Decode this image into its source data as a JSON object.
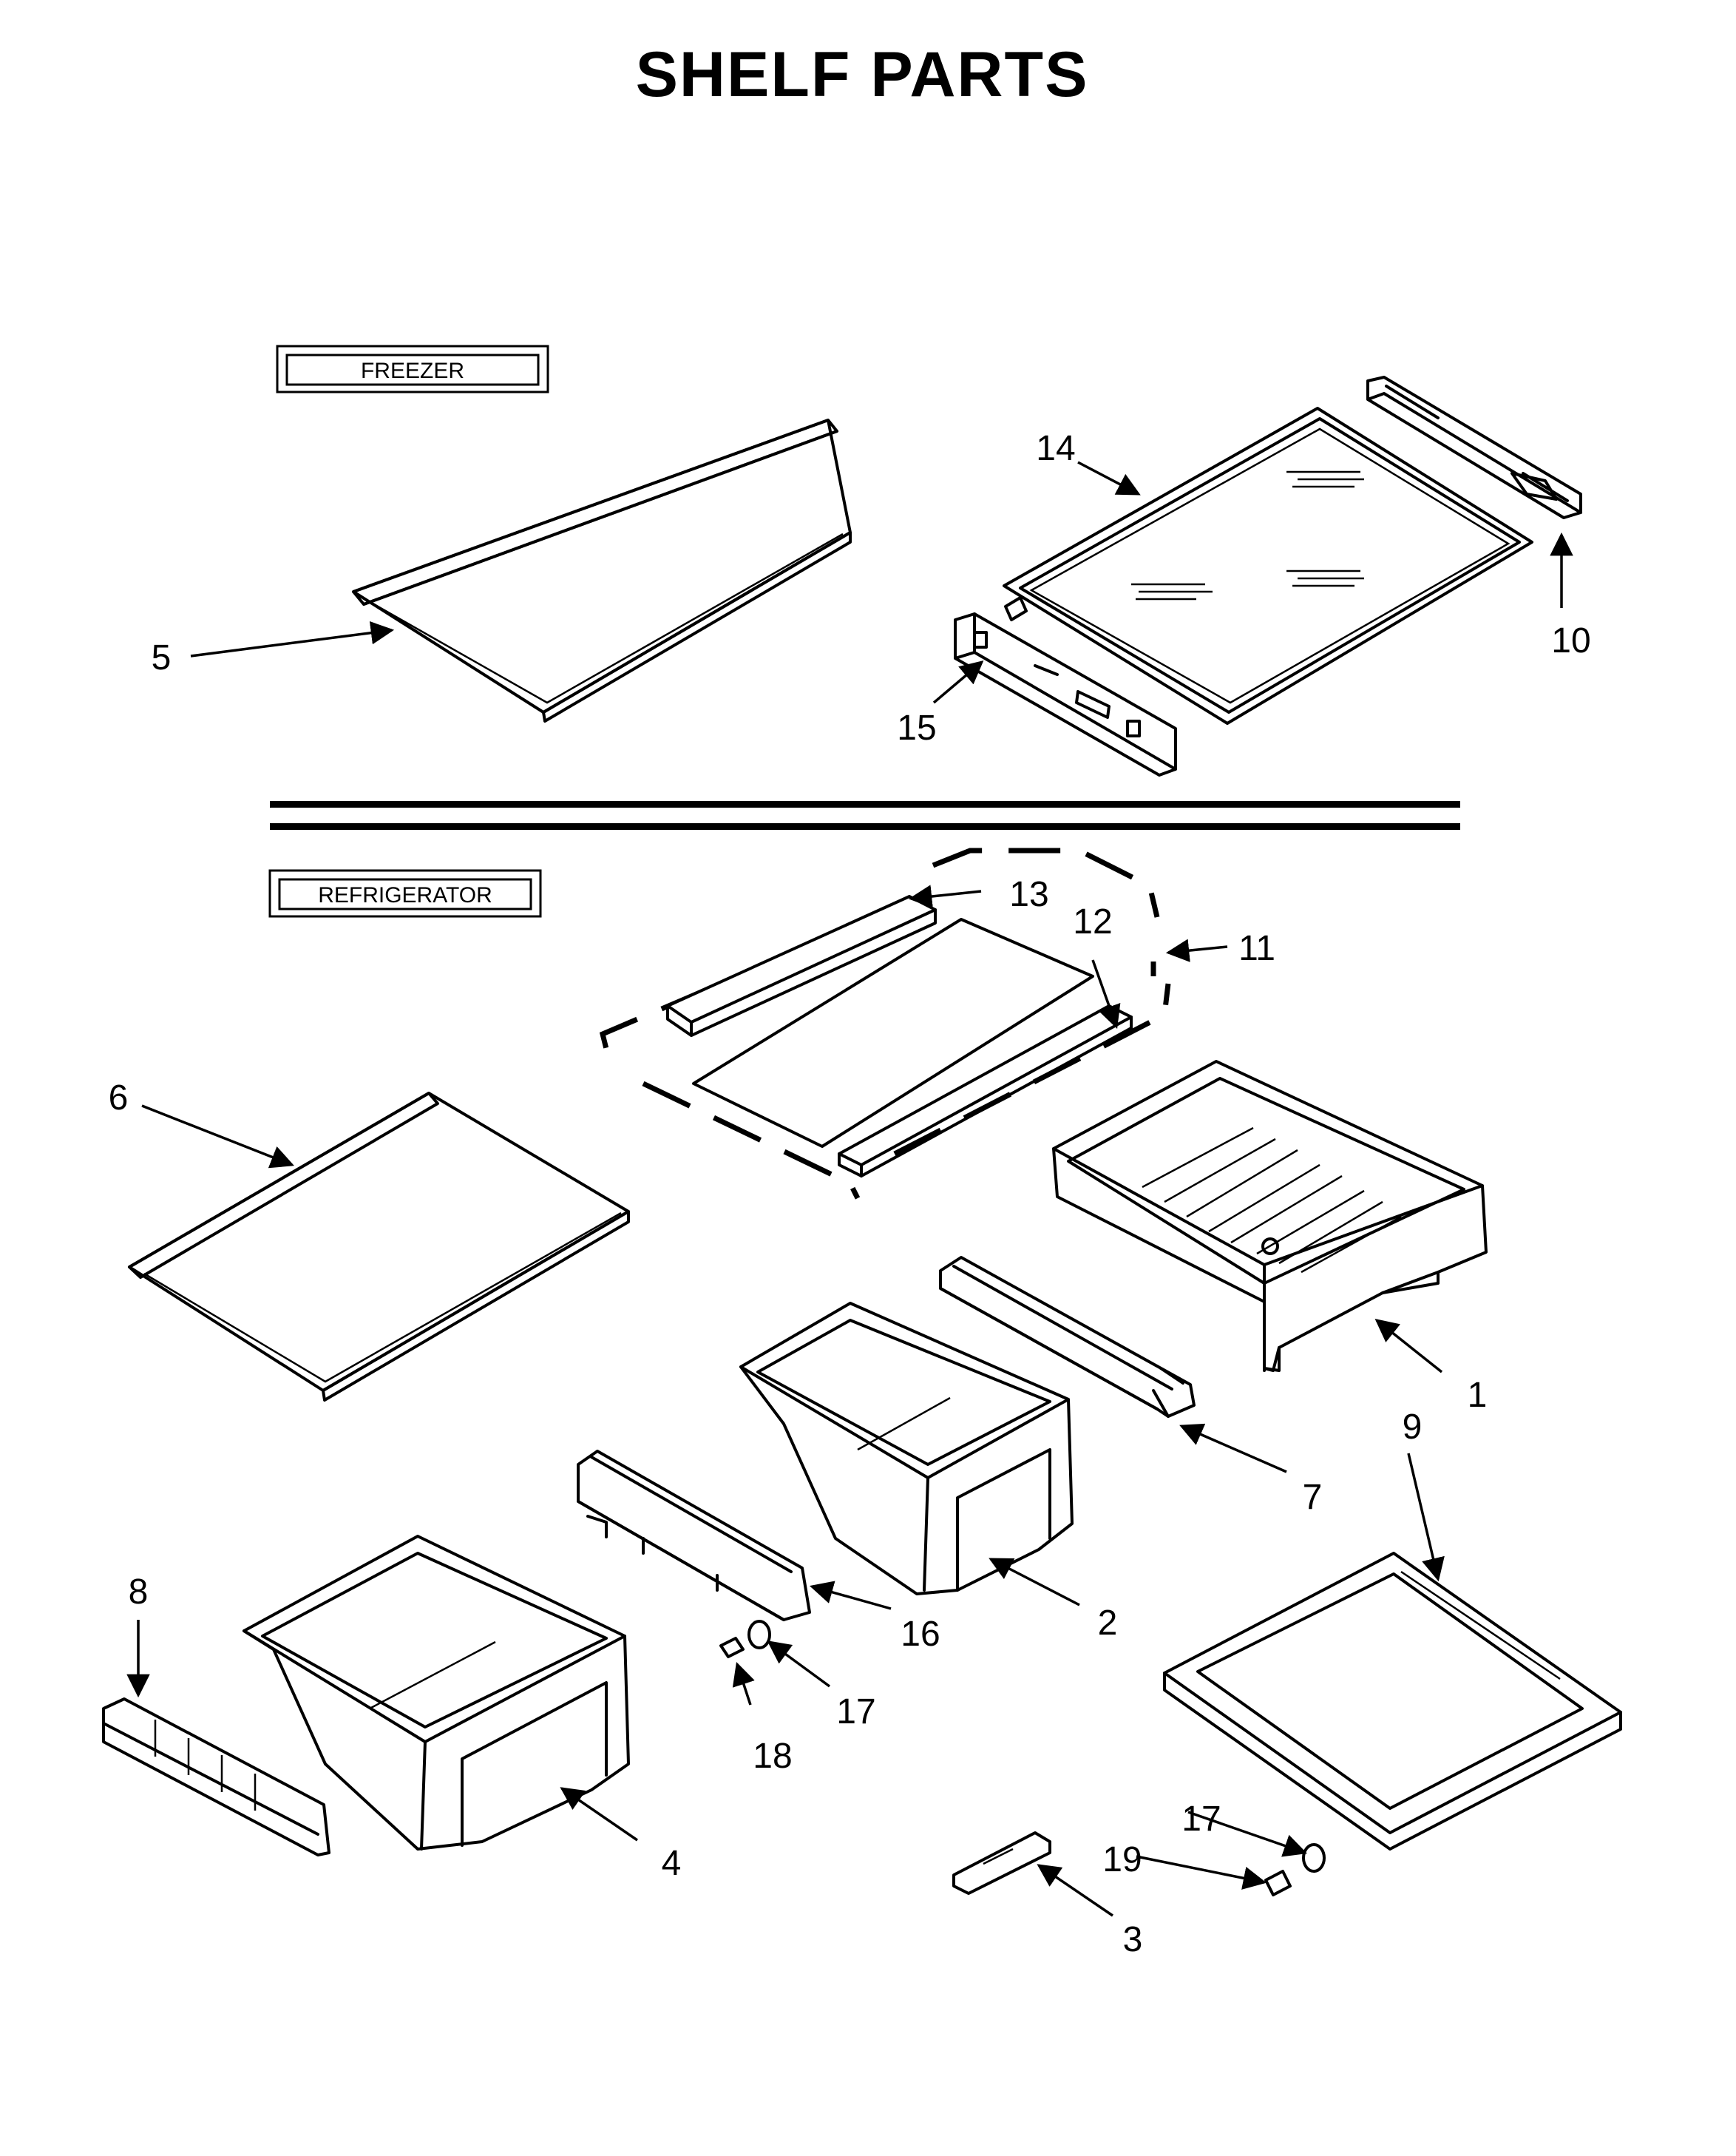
{
  "title": "SHELF PARTS",
  "sections": {
    "freezer": "FREEZER",
    "refrigerator": "REFRIGERATOR"
  },
  "callouts": {
    "c1": "1",
    "c2": "2",
    "c3": "3",
    "c4": "4",
    "c5": "5",
    "c6": "6",
    "c7": "7",
    "c8": "8",
    "c9": "9",
    "c10": "10",
    "c11": "11",
    "c12": "12",
    "c13": "13",
    "c14": "14",
    "c15": "15",
    "c16": "16",
    "c17a": "17",
    "c17b": "17",
    "c18": "18",
    "c19": "19"
  }
}
